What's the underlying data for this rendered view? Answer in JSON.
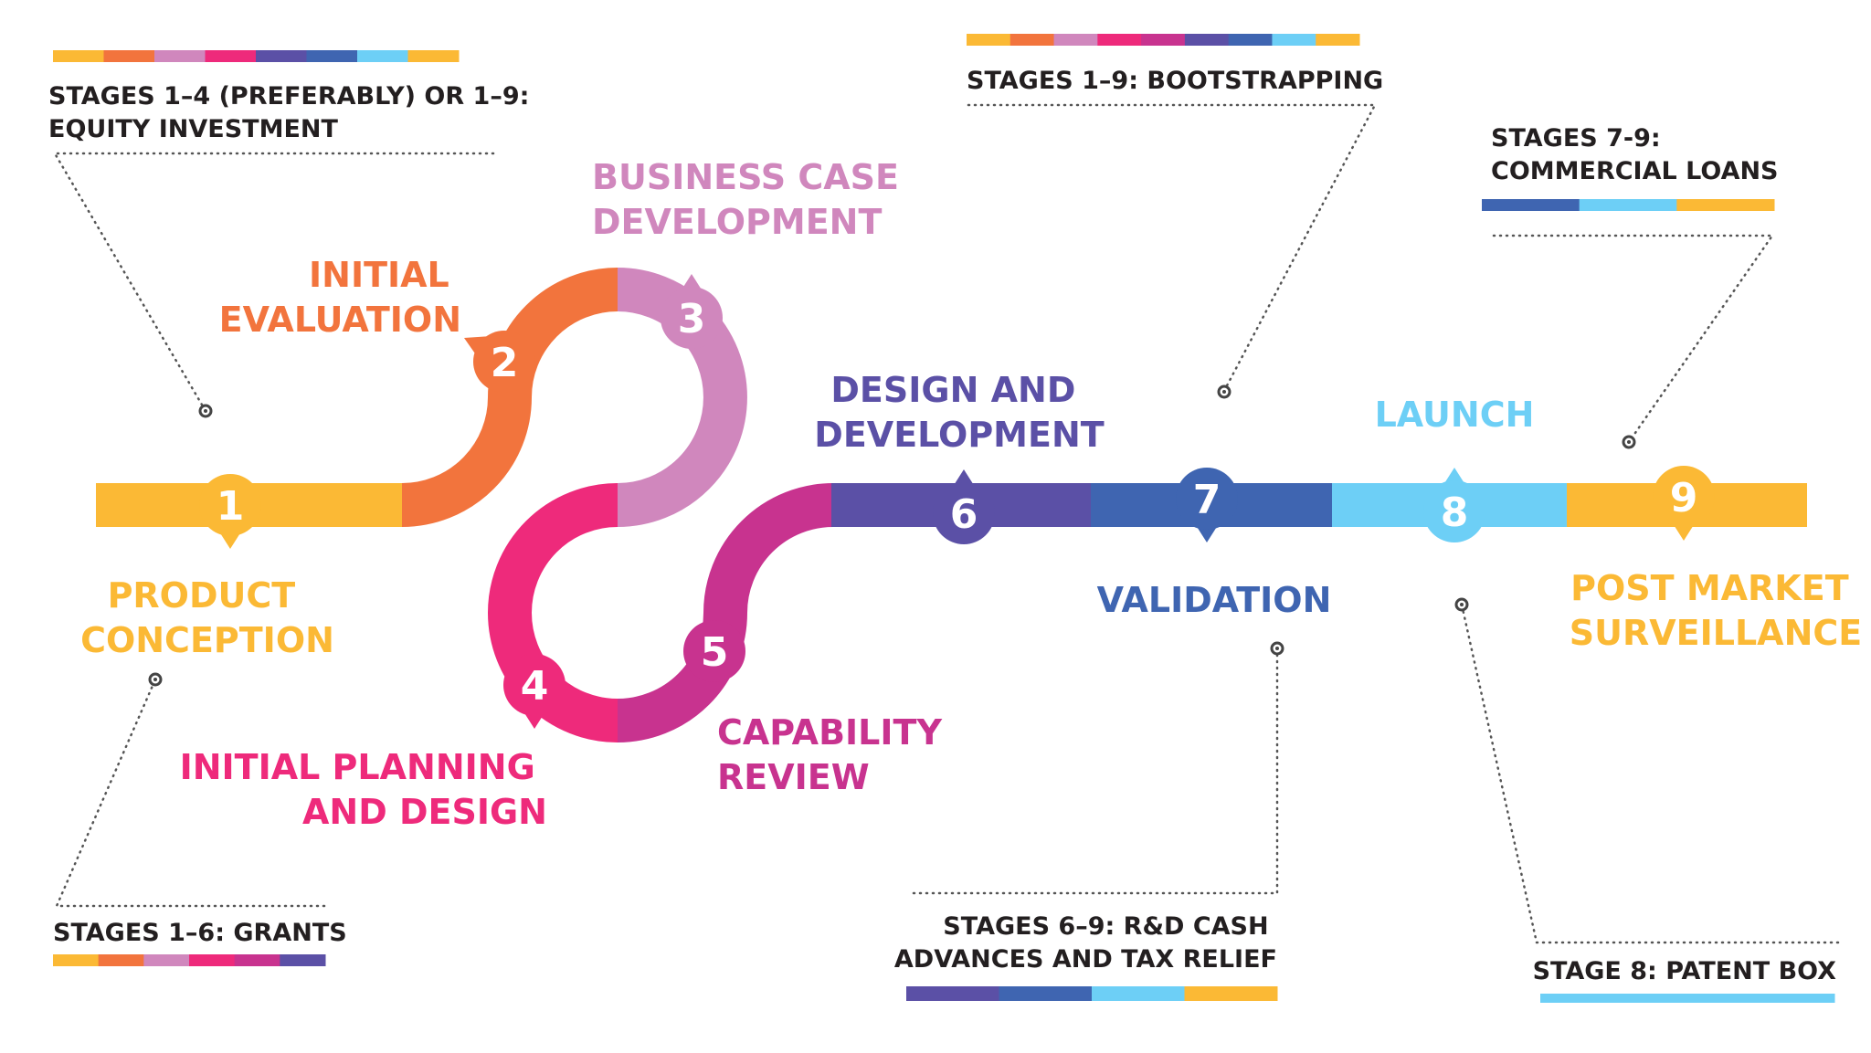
{
  "palette": {
    "yellow": "#FBB935",
    "orange": "#F2743D",
    "pink_light": "#D087BD",
    "pink": "#EE2A7B",
    "magenta": "#C8338F",
    "purple": "#5B50A6",
    "blue": "#3F65B1",
    "cyan": "#6DCFF6",
    "dark": "#231F20",
    "dot": "#6B6B6B"
  },
  "stages": [
    {
      "number": "1",
      "title": [
        "PRODUCT",
        "CONCEPTION"
      ],
      "color": "#FBB935"
    },
    {
      "number": "2",
      "title": [
        "INITIAL",
        "EVALUATION"
      ],
      "color": "#F2743D"
    },
    {
      "number": "3",
      "title": [
        "BUSINESS CASE",
        "DEVELOPMENT"
      ],
      "color": "#D087BD"
    },
    {
      "number": "4",
      "title": [
        "INITIAL PLANNING",
        "AND DESIGN"
      ],
      "color": "#EE2A7B"
    },
    {
      "number": "5",
      "title": [
        "CAPABILITY",
        "REVIEW"
      ],
      "color": "#C8338F"
    },
    {
      "number": "6",
      "title": [
        "DESIGN AND",
        "DEVELOPMENT"
      ],
      "color": "#5B50A6"
    },
    {
      "number": "7",
      "title": [
        "VALIDATION"
      ],
      "color": "#3F65B1"
    },
    {
      "number": "8",
      "title": [
        "LAUNCH"
      ],
      "color": "#6DCFF6"
    },
    {
      "number": "9",
      "title": [
        "POST MARKET",
        "SURVEILLANCE"
      ],
      "color": "#FBB935"
    }
  ],
  "funding": {
    "equity": {
      "lines": [
        "STAGES 1–4 (PREFERABLY) OR 1–9:",
        "EQUITY INVESTMENT"
      ],
      "bar_colors": [
        "#FBB935",
        "#F2743D",
        "#D087BD",
        "#EE2A7B",
        "#5B50A6",
        "#3F65B1",
        "#6DCFF6",
        "#FBB935"
      ]
    },
    "bootstrapping": {
      "lines": [
        "STAGES 1–9: BOOTSTRAPPING"
      ],
      "bar_colors": [
        "#FBB935",
        "#F2743D",
        "#D087BD",
        "#EE2A7B",
        "#C8338F",
        "#5B50A6",
        "#3F65B1",
        "#6DCFF6",
        "#FBB935"
      ]
    },
    "loans": {
      "lines": [
        "STAGES 7-9:",
        "COMMERCIAL LOANS"
      ],
      "bar_colors": [
        "#3F65B1",
        "#6DCFF6",
        "#FBB935"
      ]
    },
    "grants": {
      "lines": [
        "STAGES 1–6: GRANTS"
      ],
      "bar_colors": [
        "#FBB935",
        "#F2743D",
        "#D087BD",
        "#EE2A7B",
        "#C8338F",
        "#5B50A6"
      ]
    },
    "rd": {
      "lines": [
        "STAGES 6–9: R&D CASH",
        "ADVANCES AND TAX RELIEF"
      ],
      "bar_colors": [
        "#5B50A6",
        "#3F65B1",
        "#6DCFF6",
        "#FBB935"
      ]
    },
    "patent": {
      "lines": [
        "STAGE 8: PATENT BOX"
      ],
      "bar_colors": [
        "#6DCFF6"
      ]
    }
  }
}
